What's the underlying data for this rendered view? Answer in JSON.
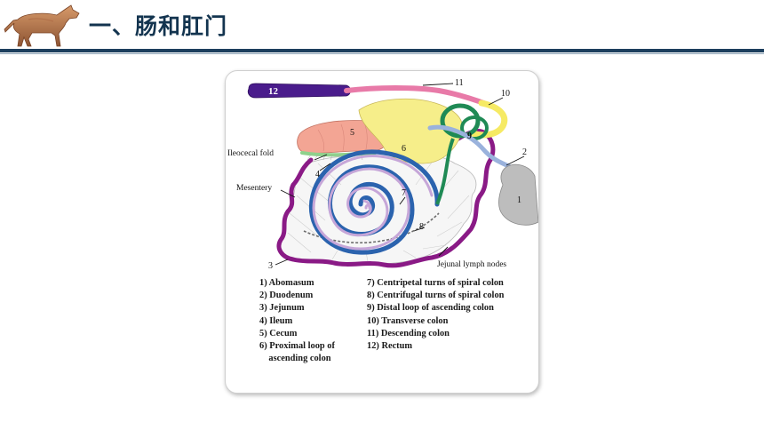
{
  "header": {
    "title": "一、肠和肛门",
    "logo_icon": "standing-dog-icon",
    "rule_color": "#1d3f5e"
  },
  "diagram": {
    "labels": {
      "rectum": "12",
      "descending": "11",
      "transverse": "10",
      "distal_loop": "9",
      "centrifugal": "8",
      "centripetal": "7",
      "proximal_loop": "6",
      "cecum": "5",
      "ileum": "4",
      "jejunum": "3",
      "duodenum": "2",
      "abomasum": "1",
      "ileocecal_fold": "Ileocecal fold",
      "mesentery": "Mesentery",
      "jejunal_nodes": "Jejunal lymph nodes"
    },
    "colors": {
      "rectum": "#4a1c8c",
      "descending": "#e87aa8",
      "transverse": "#f6ea64",
      "spiral_green": "#1f8a55",
      "centrifugal": "#2b63ae",
      "centripetal": "#c6a6d8",
      "jejunum": "#8a1a86",
      "cecum": "#f3a594",
      "proximal": "#f6ee8a",
      "ileum": "#8fd18c",
      "duodenum": "#9ab2dc",
      "abomasum": "#bdbdbd"
    }
  },
  "legend": {
    "left": [
      "1) Abomasum",
      "2) Duodenum",
      "3) Jejunum",
      "4) Ileum",
      "5) Cecum",
      "6) Proximal loop of",
      "    ascending colon"
    ],
    "right": [
      "7) Centripetal turns of spiral colon",
      "8) Centrifugal turns of spiral colon",
      "9) Distal loop of ascending colon",
      "10) Transverse colon",
      "11) Descending colon",
      "12) Rectum"
    ]
  }
}
